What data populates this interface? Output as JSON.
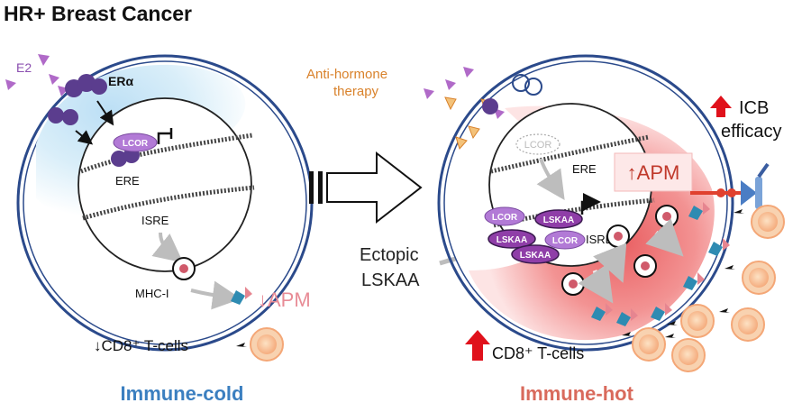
{
  "title": "HR+ Breast Cancer",
  "left": {
    "e2": "E2",
    "er_alpha": "ERα",
    "lcor": "LCOR",
    "ere": "ERE",
    "isre": "ISRE",
    "mhc": "MHC-I",
    "apm": "↓APM",
    "cd8": "↓CD8⁺ T-cells",
    "state": "Immune-cold"
  },
  "right": {
    "therapy_line1": "Anti-hormone",
    "therapy_line2": "therapy",
    "icb_line1": "ICB",
    "icb_line2": "efficacy",
    "lcor_faded": "LCOR",
    "ere": "ERE",
    "apm": "↑APM",
    "isre": "ISRE",
    "lcor": "LCOR",
    "lskaa": "LSKAA",
    "cd8": "CD8⁺ T-cells",
    "state": "Immune-hot"
  },
  "middle": {
    "ectopic_line1": "Ectopic",
    "ectopic_line2": "LSKAA"
  },
  "colors": {
    "membrane": "#2b4a8b",
    "cold_text": "#3b7fc0",
    "hot_text": "#d96a5c",
    "receptor": "#5b3d8e",
    "lcor": "#b27ad6",
    "lskaa": "#8f3ea8",
    "e2": "#b06ac8",
    "therapy": "#d9822b",
    "apm_cold": "#e88c96",
    "apm_hot": "#c0392b",
    "tcell": "#f7b98f"
  }
}
